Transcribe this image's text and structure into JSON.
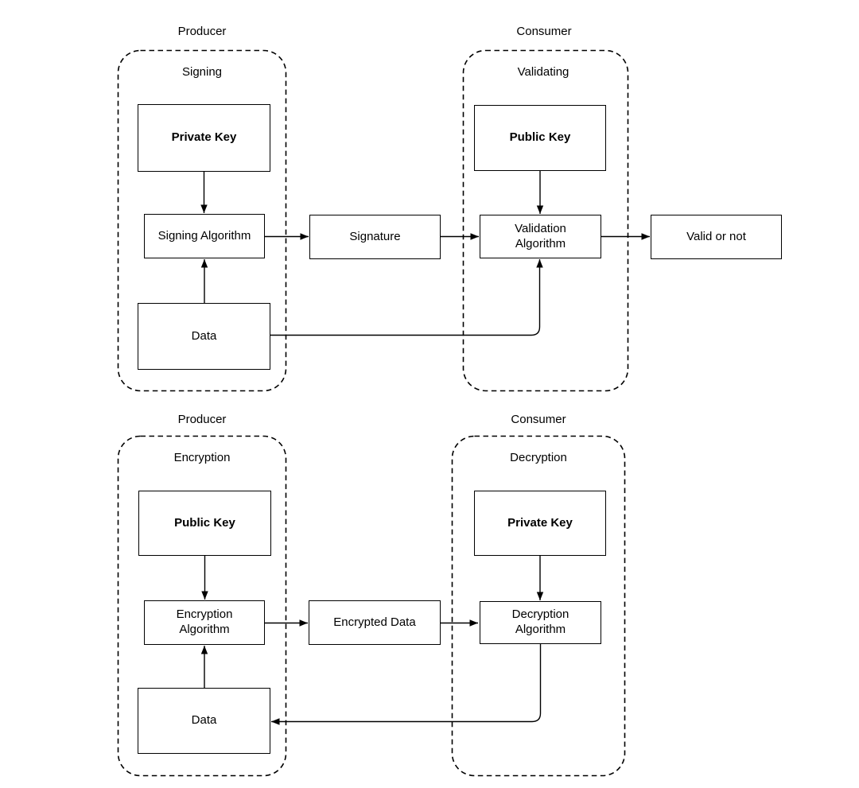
{
  "signing_flow": {
    "producer_title": "Producer",
    "consumer_title": "Consumer",
    "producer_group_label": "Signing",
    "consumer_group_label": "Validating",
    "private_key": "Private Key",
    "signing_algorithm": "Signing Algorithm",
    "data": "Data",
    "signature": "Signature",
    "public_key": "Public Key",
    "validation_algorithm": "Validation Algorithm",
    "valid_or_not": "Valid or not"
  },
  "encryption_flow": {
    "producer_title": "Producer",
    "consumer_title": "Consumer",
    "producer_group_label": "Encryption",
    "consumer_group_label": "Decryption",
    "public_key": "Public Key",
    "encryption_algorithm": "Encryption Algorithm",
    "data": "Data",
    "encrypted_data": "Encrypted Data",
    "private_key": "Private Key",
    "decryption_algorithm": "Decryption Algorithm"
  },
  "colors": {
    "stroke": "#000000",
    "background": "#ffffff"
  }
}
